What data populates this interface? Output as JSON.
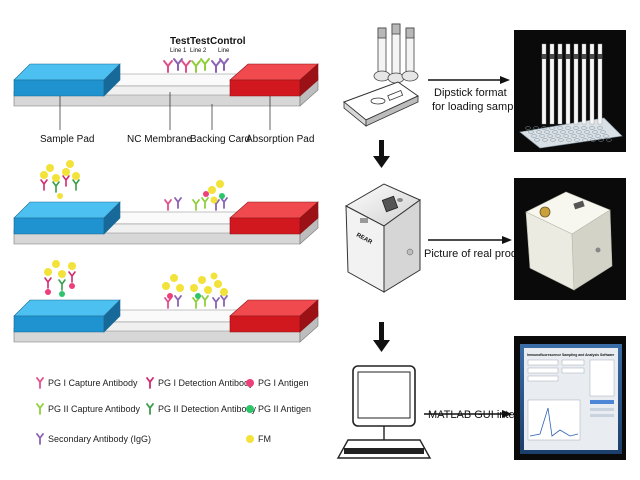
{
  "strip_labels": {
    "test_line_1": "Test",
    "test_line_1_sub": "Line 1",
    "test_line_2": "Test",
    "test_line_2_sub": "Line 2",
    "control_line": "Control",
    "control_line_sub": "Line",
    "sample_pad": "Sample Pad",
    "nc_membrane": "NC Membrane",
    "backing_card": "Backing Card",
    "absorption_pad": "Absorption Pad"
  },
  "captions": {
    "dipstick_line1": "Dipstick format",
    "dipstick_line2": "for loading sample",
    "real_product": "Picture of real product",
    "gui": "MATLAB GUI interface"
  },
  "device_brand": "REAR",
  "legend": [
    {
      "label": "PG I Capture Antibody",
      "color": "#e0508a",
      "symbol": "antibody-y"
    },
    {
      "label": "PG I Detection Antibody",
      "color": "#d02a6e",
      "symbol": "antibody-y"
    },
    {
      "label": "PG I Antigen",
      "color": "#ec3f7c",
      "symbol": "dot"
    },
    {
      "label": "PG II Capture Antibody",
      "color": "#8fcf3c",
      "symbol": "antibody-y"
    },
    {
      "label": "PG II Detection Antibody",
      "color": "#3a9c4a",
      "symbol": "antibody-y"
    },
    {
      "label": "PG II Antigen",
      "color": "#2dc46a",
      "symbol": "dot"
    },
    {
      "label": "Secondary Antibody (IgG)",
      "color": "#8a63b4",
      "symbol": "antibody-y"
    },
    {
      "label": "FM",
      "color": "#f2e23a",
      "symbol": "dot"
    }
  ],
  "gui_window_title": "Immunofluorescence Sampling and Analysis Software",
  "colors": {
    "sample_pad": "#2aa6e0",
    "absorption_pad": "#e8242e",
    "membrane": "#f2f2f2",
    "backing": "#dcdcdc"
  }
}
